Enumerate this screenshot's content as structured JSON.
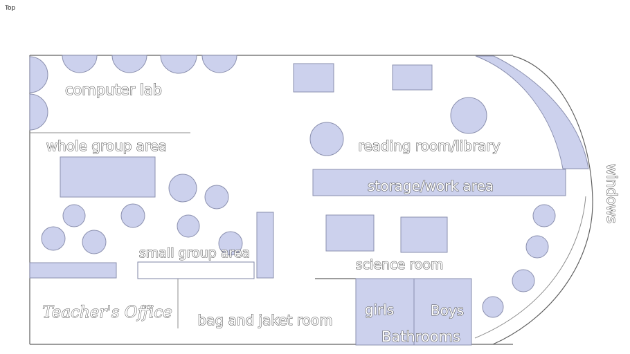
{
  "viewport": {
    "view_label": "Top"
  },
  "floor_plan": {
    "labels": {
      "computer_lab": "computer lab",
      "whole_group_area": "whole group area",
      "reading_room": "reading room/library",
      "storage_work_area": "storage/work area",
      "small_group_area": "small group area",
      "science_room": "science room",
      "teachers_office": "Teacher's Office",
      "bag_jacket_room": "bag and jaket room",
      "girls": "girls",
      "boys": "Boys",
      "bathrooms": "Bathrooms",
      "windows": "windows"
    },
    "colors": {
      "background": "#ffffff",
      "furniture_fill": "#ccd1ed",
      "furniture_stroke": "#8a8fae",
      "wall_stroke": "#606060",
      "label_fill": "#ffffff",
      "label_outline": "#4f4f4f"
    }
  }
}
